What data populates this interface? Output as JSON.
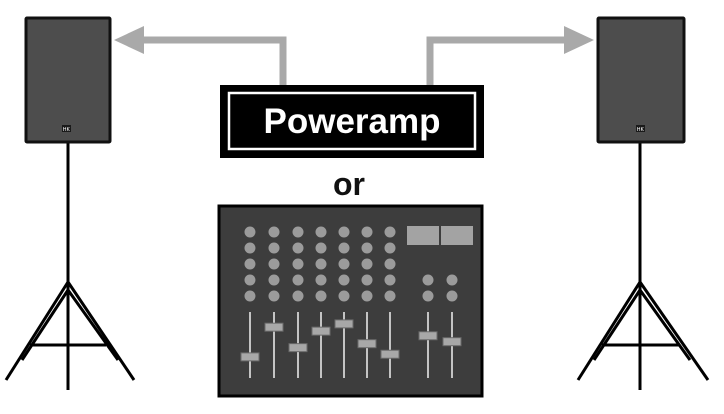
{
  "poweramp": {
    "label": "Poweramp"
  },
  "connector": {
    "label": "or"
  },
  "speakers": {
    "left": {
      "logo": "HK"
    },
    "right": {
      "logo": "HK"
    }
  },
  "mixer": {
    "knob_rows_main": 5,
    "knob_columns_main": 7,
    "knob_rows_aux": 2,
    "knob_columns_aux": 2,
    "displays": 2,
    "fader_levels": [
      0.32,
      0.77,
      0.46,
      0.71,
      0.82,
      0.52,
      0.36,
      0.64,
      0.55
    ]
  },
  "colors": {
    "arrow": "#a9a9a9",
    "speaker_cabinet": "#4d4d4d",
    "speaker_outline": "#111111",
    "poweramp_box": "#000000",
    "mixer_body": "#3d3d3d",
    "knob": "#9b9b9b",
    "display": "#a3a3a3",
    "stand": "#000000"
  }
}
